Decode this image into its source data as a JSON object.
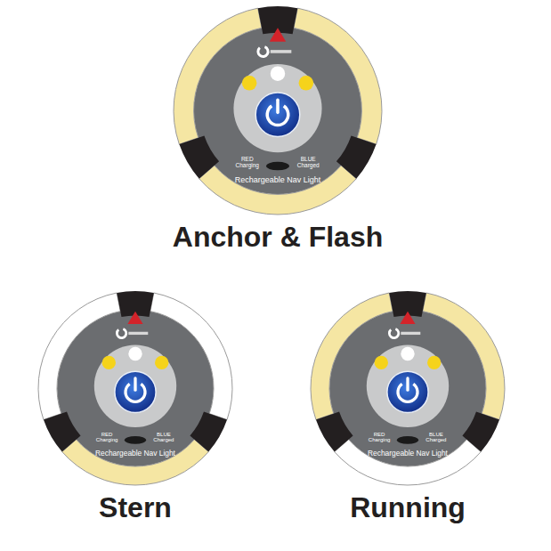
{
  "diagram": {
    "nodes": [
      {
        "text": [
          "Anchor & Flash",
          "Rechargeable Nav Light",
          "RED Charging",
          "BLUE Charged"
        ]
      },
      {
        "text": [
          "Stern",
          "Rechargeable Nav Light",
          "RED Charging",
          "BLUE Charged"
        ]
      },
      {
        "text": [
          "Running",
          "Rechargeable Nav Light",
          "RED Charging",
          "BLUE Charged"
        ]
      }
    ]
  }
}
